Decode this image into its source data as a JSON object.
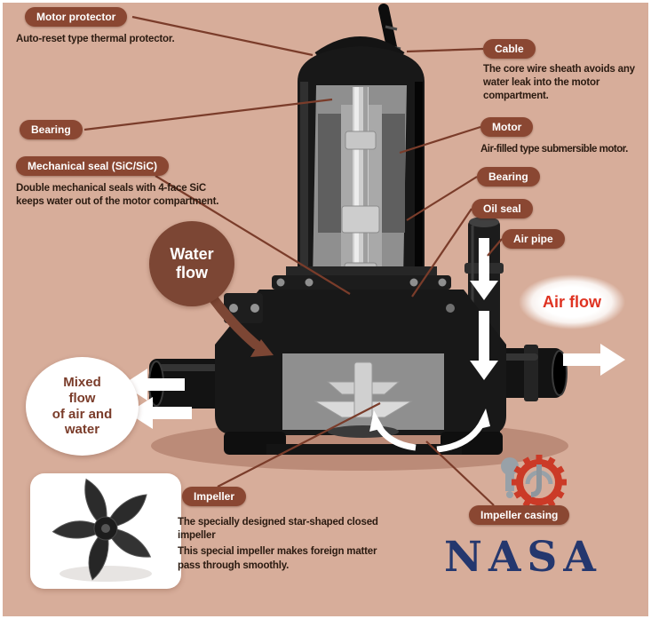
{
  "callouts": {
    "motor_protector": {
      "label": "Motor protector",
      "desc": "Auto-reset type thermal protector."
    },
    "cable": {
      "label": "Cable",
      "desc": "The core wire sheath avoids any water leak into the motor compartment."
    },
    "bearing_left": {
      "label": "Bearing"
    },
    "motor": {
      "label": "Motor",
      "desc": "Air-filled type submersible motor."
    },
    "mechanical_seal": {
      "label": "Mechanical seal (SiC/SiC)",
      "desc": "Double mechanical seals with 4-face SiC keeps water out of the motor compartment."
    },
    "bearing_right": {
      "label": "Bearing"
    },
    "oil_seal": {
      "label": "Oil seal"
    },
    "air_pipe": {
      "label": "Air pipe"
    },
    "impeller": {
      "label": "Impeller",
      "desc": "The specially designed star-shaped closed impeller",
      "desc2": "This special impeller makes foreign matter pass through smoothly."
    },
    "impeller_casing": {
      "label": "Impeller casing"
    }
  },
  "flows": {
    "water": {
      "text": "Water\nflow"
    },
    "air": {
      "text": "Air flow"
    },
    "mixed": {
      "text": "Mixed\nflow\nof air and\nwater"
    }
  },
  "brand": {
    "name": "NASA"
  },
  "colors": {
    "background": "#d7ad9a",
    "pill": "#8a4732",
    "leader_line": "#7a3c2a",
    "water_bubble": "#7c4634",
    "air_text_red": "#df3322",
    "brand_navy": "#24376e"
  }
}
